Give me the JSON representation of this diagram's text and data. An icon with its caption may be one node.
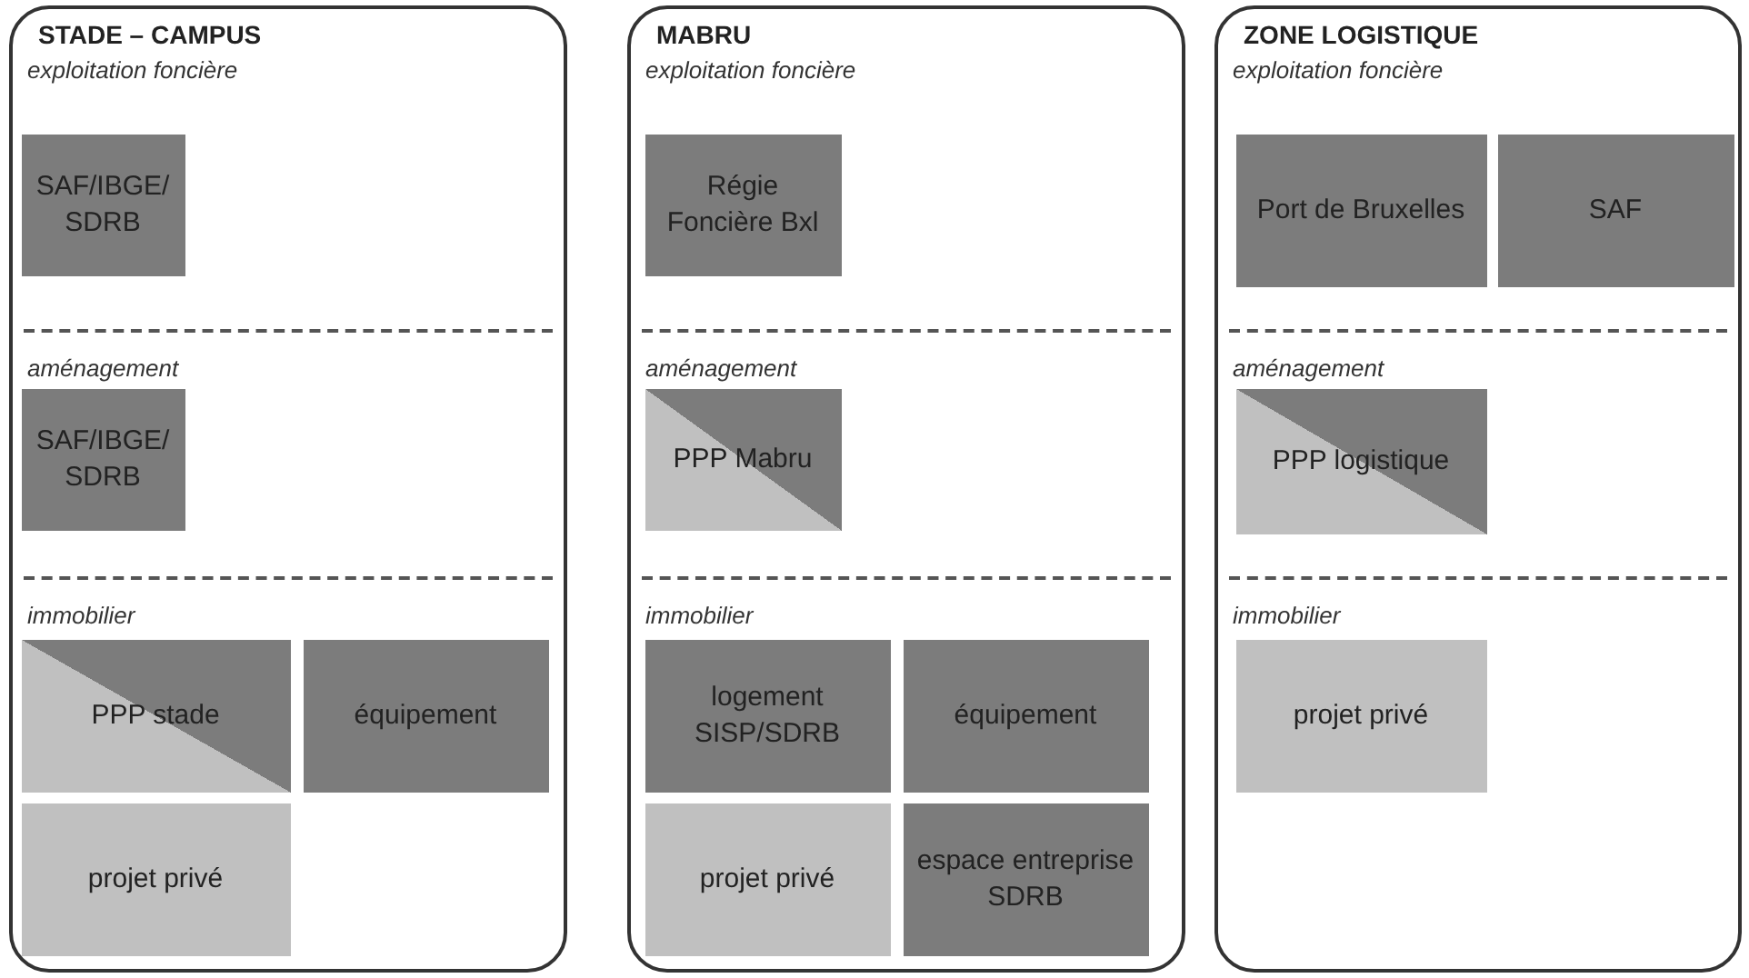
{
  "diagram": {
    "nodes": [
      {
        "text": [
          "STADE – CAMPUS",
          "exploitation foncière",
          "aménagement",
          "immobilier"
        ]
      },
      {
        "text": [
          "SAF/IBGE/ SDRB"
        ],
        "in": 0
      },
      {
        "text": [
          "SAF/IBGE/ SDRB"
        ],
        "in": 0
      },
      {
        "text": [
          "PPP stade"
        ],
        "in": 0
      },
      {
        "text": [
          "équipement"
        ],
        "in": 0
      },
      {
        "text": [
          "projet privé"
        ],
        "in": 0
      },
      {
        "text": [
          "MABRU",
          "exploitation foncière",
          "aménagement",
          "immobilier"
        ]
      },
      {
        "text": [
          "Régie Foncière Bxl"
        ],
        "in": 6
      },
      {
        "text": [
          "PPP Mabru"
        ],
        "in": 6
      },
      {
        "text": [
          "logement SISP/SDRB"
        ],
        "in": 6
      },
      {
        "text": [
          "équipement"
        ],
        "in": 6
      },
      {
        "text": [
          "projet privé"
        ],
        "in": 6
      },
      {
        "text": [
          "espace entreprise SDRB"
        ],
        "in": 6
      },
      {
        "text": [
          "ZONE LOGISTIQUE",
          "exploitation foncière",
          "aménagement",
          "immobilier"
        ]
      },
      {
        "text": [
          "Port de Bruxelles"
        ],
        "in": 13
      },
      {
        "text": [
          "SAF"
        ],
        "in": 13
      },
      {
        "text": [
          "PPP logistique"
        ],
        "in": 13
      },
      {
        "text": [
          "projet privé"
        ],
        "in": 13
      }
    ],
    "edges": []
  }
}
